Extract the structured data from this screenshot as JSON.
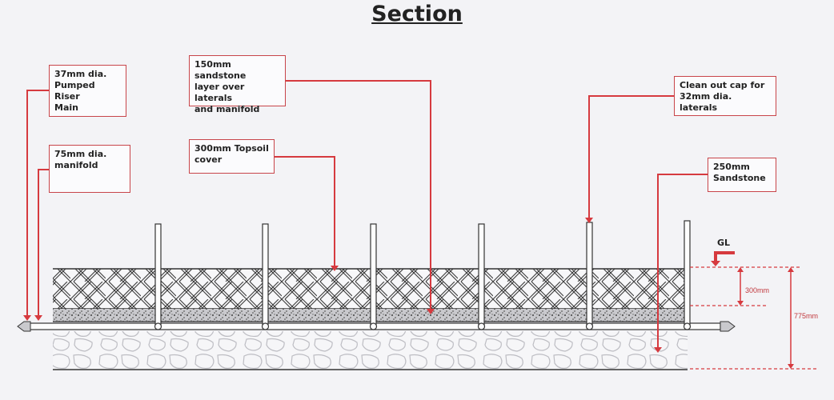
{
  "title": "Section",
  "labels": {
    "riser": "37mm dia.\nPumped Riser\nMain",
    "manifold": "75mm dia.\nmanifold",
    "sandstone_layer": "150mm sandstone\nlayer over laterals\nand manifold",
    "topsoil": "300mm Topsoil\ncover",
    "cleanout": "Clean out cap for\n32mm dia. laterals",
    "sandstone_base": "250mm\nSandstone"
  },
  "dimensions": {
    "ground_level": "GL",
    "topsoil_depth": "300mm",
    "total_depth": "775mm"
  },
  "colors": {
    "callout": "#d63a3f",
    "line": "#333333",
    "box_border": "#c8454a"
  }
}
